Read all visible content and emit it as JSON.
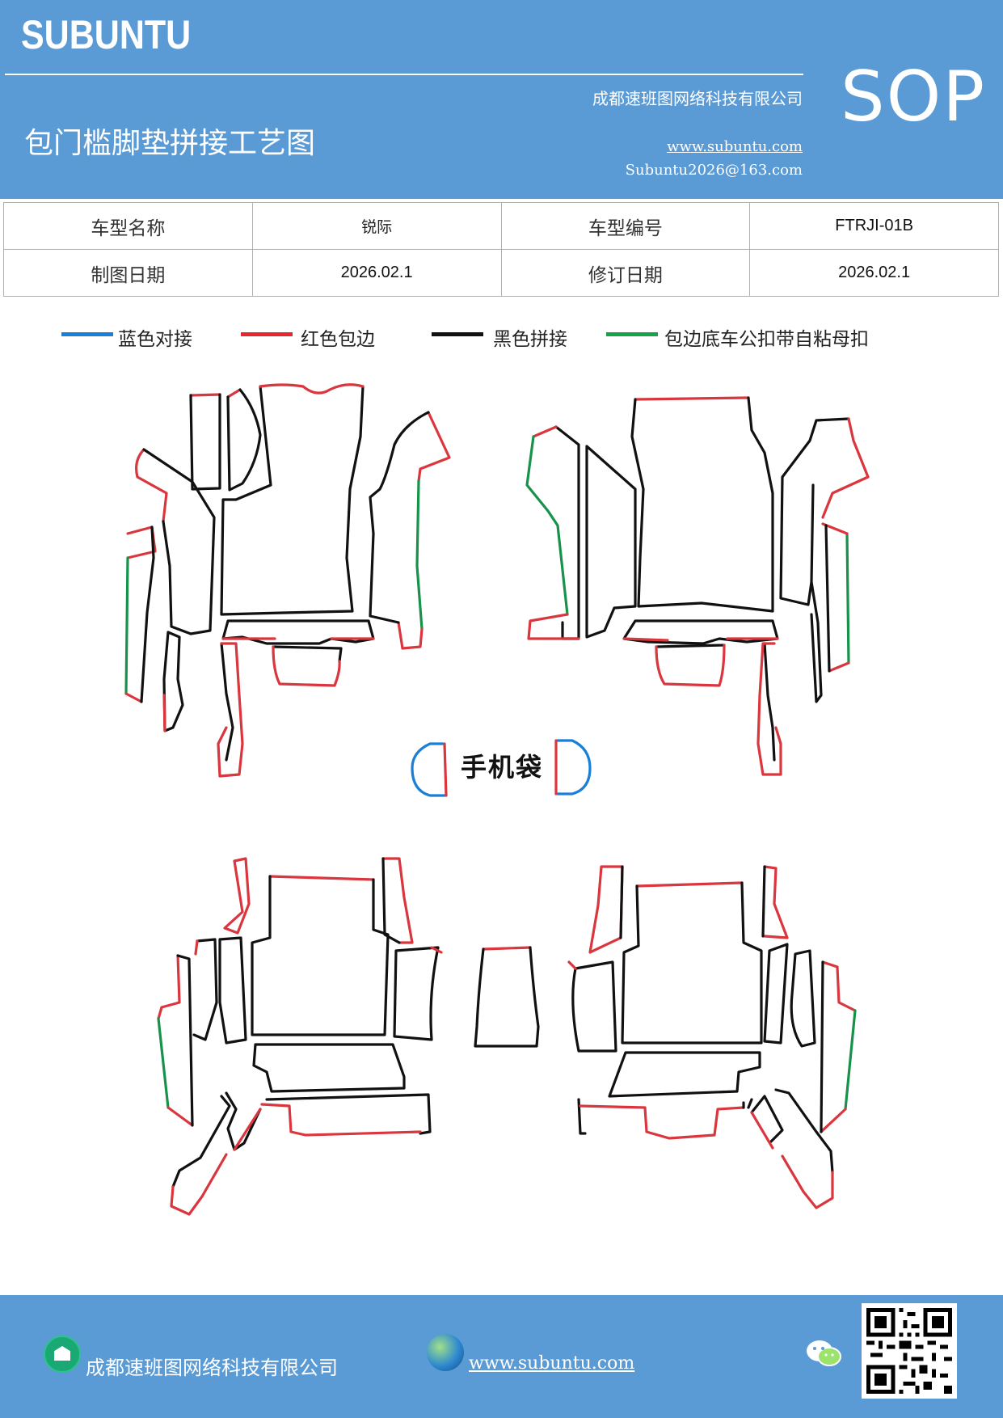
{
  "header": {
    "brand": "SUBUNTU",
    "company": "成都速班图网络科技有限公司",
    "title": "包门槛脚垫拼接工艺图",
    "website": "www.subuntu.com",
    "email": "Subuntu2026@163.com",
    "badge": "SOP"
  },
  "info_table": {
    "rows": [
      {
        "label1": "车型名称",
        "value1": "锐际",
        "label2": "车型编号",
        "value2": "FTRJI-01B"
      },
      {
        "label1": "制图日期",
        "value1": "2026.02.1",
        "label2": "修订日期",
        "value2": "2026.02.1"
      }
    ]
  },
  "legend": [
    {
      "label": "蓝色对接",
      "color": "#1a7fd6"
    },
    {
      "label": "红色包边",
      "color": "#e8262d"
    },
    {
      "label": "黑色拼接",
      "color": "#111111"
    },
    {
      "label": "包边底车公扣带自粘母扣",
      "color": "#16a34a"
    }
  ],
  "drawing": {
    "pocket_label": "手机袋"
  },
  "footer": {
    "company": "成都速班图网络科技有限公司",
    "website": "www.subuntu.com",
    "icons": [
      "home-icon",
      "globe-icon",
      "wechat-icon",
      "qr-code"
    ]
  }
}
